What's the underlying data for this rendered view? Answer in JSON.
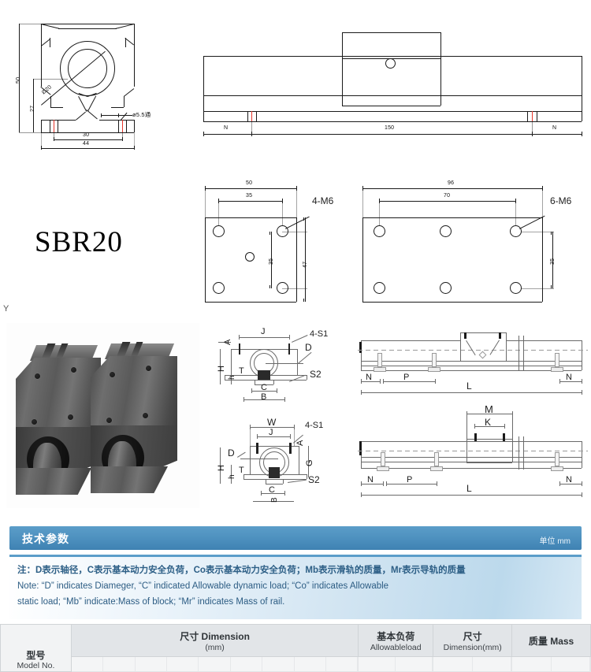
{
  "product": {
    "model_title": "SBR20",
    "axis_mark": "Y"
  },
  "front_view": {
    "dims": {
      "height_total": "50",
      "height_center": "27",
      "bore_dia": "Ø20",
      "hole_dia": "ø5.5通",
      "width_inner": "30",
      "width_total": "44"
    }
  },
  "side_view": {
    "dims": {
      "length": "150",
      "end_left": "N",
      "end_right": "N"
    }
  },
  "plate_small": {
    "dims": {
      "width": "50",
      "hole_pitch_x": "35",
      "thread": "4-M6",
      "hole_pitch_y": "35",
      "height": "47"
    }
  },
  "plate_large": {
    "dims": {
      "width": "96",
      "hole_pitch_x": "70",
      "thread": "6-M6",
      "hole_pitch_y": "35"
    }
  },
  "block_section_top": {
    "labels": [
      "A",
      "J",
      "4-S1",
      "D",
      "H",
      "h",
      "T",
      "S2",
      "C",
      "B"
    ]
  },
  "block_section_bottom": {
    "labels": [
      "W",
      "J",
      "4-S1",
      "A",
      "D",
      "H",
      "h",
      "T",
      "G",
      "S2",
      "C",
      "B"
    ]
  },
  "rail_view_top": {
    "labels": [
      "N",
      "P",
      "L",
      "N"
    ]
  },
  "rail_view_bottom": {
    "labels": [
      "M",
      "K",
      "N",
      "P",
      "L",
      "N"
    ]
  },
  "tech_bar": {
    "title": "技术参数",
    "unit": "单位 mm",
    "bg_color": "#4e91bf"
  },
  "notes": {
    "line_cn": "注：D表示轴径，C表示基本动力安全负荷，Co表示基本动力安全负荷；Mb表示滑轨的质量，Mr表示导轨的质量",
    "line_en_1": "Note: “D” indicates Diameger, “C” indicated Allowable dynamic load; “Co” indicates Allowable",
    "line_en_2": "static load; “Mb” indicate:Mass of block; “Mr” indicates Mass of rail.",
    "text_color": "#2d5f86"
  },
  "spec_table": {
    "model_cn": "型号",
    "model_en": "Model No.",
    "columns": [
      {
        "cn": "尺寸 Dimension",
        "en": "(mm)"
      },
      {
        "cn": "基本负荷",
        "en": "Allowableload"
      },
      {
        "cn": "尺寸",
        "en": "Dimension(mm)"
      },
      {
        "cn": "质量 Mass",
        "en": ""
      }
    ]
  }
}
